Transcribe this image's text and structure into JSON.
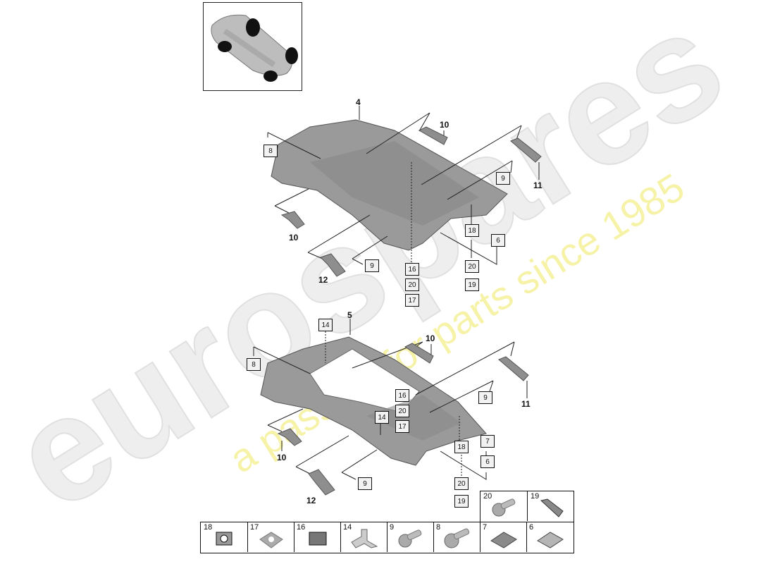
{
  "diagram": {
    "title": "Headlining / roof lining parts diagram",
    "thumbnail": {
      "label": "vehicle-underside-overview"
    },
    "watermark": {
      "brand": "eurospares",
      "tagline": "a passion for parts since 1985",
      "brand_color": "#e6e6e6",
      "tagline_color": "#f5f29a"
    },
    "upper_assembly": {
      "main_label": "4",
      "labels": [
        {
          "id": "8",
          "boxed": true
        },
        {
          "id": "10",
          "boxed": false
        },
        {
          "id": "11",
          "boxed": false
        },
        {
          "id": "9",
          "boxed": true
        },
        {
          "id": "10",
          "boxed": false
        },
        {
          "id": "12",
          "boxed": false
        },
        {
          "id": "9",
          "boxed": true
        },
        {
          "id": "16",
          "boxed": true
        },
        {
          "id": "20",
          "boxed": true
        },
        {
          "id": "17",
          "boxed": true
        },
        {
          "id": "18",
          "boxed": true
        },
        {
          "id": "20",
          "boxed": true
        },
        {
          "id": "19",
          "boxed": true
        },
        {
          "id": "6",
          "boxed": true
        }
      ]
    },
    "lower_assembly": {
      "main_label": "5",
      "labels": [
        {
          "id": "14",
          "boxed": true
        },
        {
          "id": "8",
          "boxed": true
        },
        {
          "id": "10",
          "boxed": false
        },
        {
          "id": "11",
          "boxed": false
        },
        {
          "id": "9",
          "boxed": true
        },
        {
          "id": "16",
          "boxed": true
        },
        {
          "id": "20",
          "boxed": true
        },
        {
          "id": "17",
          "boxed": true
        },
        {
          "id": "14",
          "boxed": true
        },
        {
          "id": "10",
          "boxed": false
        },
        {
          "id": "12",
          "boxed": false
        },
        {
          "id": "9",
          "boxed": true
        },
        {
          "id": "18",
          "boxed": true
        },
        {
          "id": "7",
          "boxed": true
        },
        {
          "id": "6",
          "boxed": true
        },
        {
          "id": "20",
          "boxed": true
        },
        {
          "id": "19",
          "boxed": true
        }
      ]
    },
    "legend": {
      "top_row": [
        {
          "id": "20",
          "part": "screw"
        },
        {
          "id": "19",
          "part": "clip"
        }
      ],
      "bottom_row": [
        {
          "id": "18",
          "part": "clip"
        },
        {
          "id": "17",
          "part": "clip"
        },
        {
          "id": "16",
          "part": "clip"
        },
        {
          "id": "14",
          "part": "bracket"
        },
        {
          "id": "9",
          "part": "screw"
        },
        {
          "id": "8",
          "part": "screw"
        },
        {
          "id": "7",
          "part": "pad"
        },
        {
          "id": "6",
          "part": "pad"
        }
      ]
    }
  }
}
